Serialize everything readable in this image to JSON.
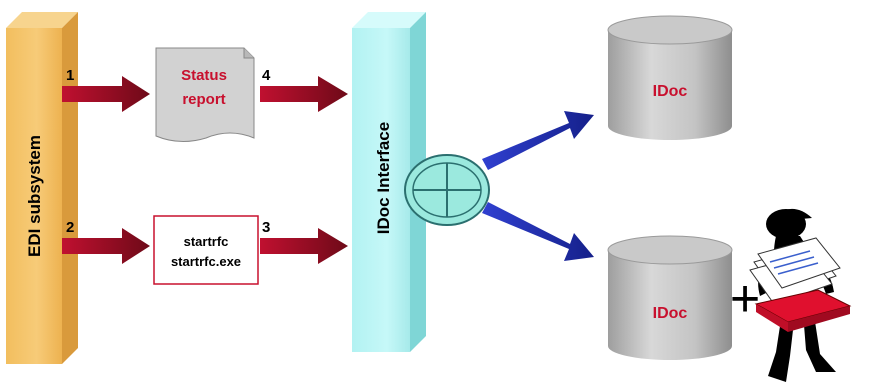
{
  "diagram": {
    "edi_subsystem": "EDI subsystem",
    "idoc_interface": "IDoc Interface",
    "status_report": [
      "Status",
      "report"
    ],
    "startrfc": [
      "startrfc",
      "startrfc.exe"
    ],
    "step_numbers": [
      "1",
      "2",
      "3",
      "4"
    ],
    "databases": [
      "IDoc",
      "IDoc"
    ],
    "plus_sign": "+"
  },
  "colors": {
    "edi_bar": "#F5C36A",
    "idoc_bar": "#B6F4F4",
    "arrow_red": "#8B0E22",
    "arrow_blue": "#2230B8",
    "label_red": "#C8102E",
    "router_fill": "#9BE9DE",
    "cylinder_gray": "#BFBFBF"
  }
}
